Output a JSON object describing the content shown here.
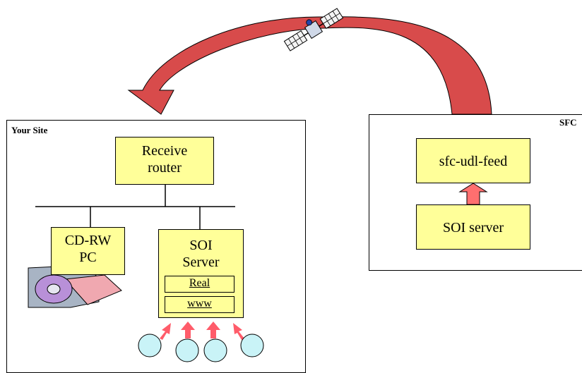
{
  "your_site": {
    "label": "Your Site",
    "receive_router": "Receive router",
    "cdrw_pc": "CD-RW PC",
    "soi_server": "SOI Server",
    "real_label": "Real",
    "www_label": "www"
  },
  "sfc": {
    "label": "SFC",
    "feed_label": "sfc-udl-feed",
    "soi_server_label": "SOI server"
  },
  "icons": [
    "satellite-icon",
    "cd-drive-icon",
    "client-circle-icon"
  ],
  "colors": {
    "box_fill": "#ffff99",
    "arc_red": "#d84b4b",
    "small_arrow": "#ff6f6f",
    "client_fill": "#c9f3f7"
  }
}
